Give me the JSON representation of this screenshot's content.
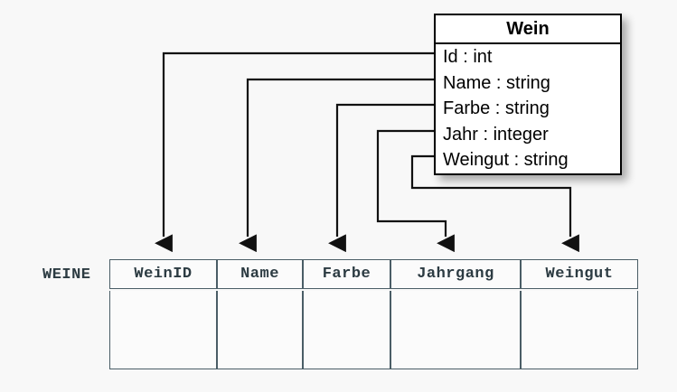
{
  "diagram": {
    "background_color": "#f8f8f8",
    "uml_class": {
      "name": "Wein",
      "attributes": [
        {
          "label": "Id : int",
          "field": "Id",
          "type": "int"
        },
        {
          "label": "Name : string",
          "field": "Name",
          "type": "string"
        },
        {
          "label": "Farbe : string",
          "field": "Farbe",
          "type": "string"
        },
        {
          "label": "Jahr : integer",
          "field": "Jahr",
          "type": "integer"
        },
        {
          "label": "Weingut : string",
          "field": "Weingut",
          "type": "string"
        }
      ],
      "border_color": "#000000",
      "fill_color": "#ffffff"
    },
    "relational_table": {
      "name": "WEINE",
      "columns": [
        "WeinID",
        "Name",
        "Farbe",
        "Jahrgang",
        "Weingut"
      ],
      "rows": [
        [
          "",
          "",
          "",
          "",
          ""
        ]
      ],
      "border_color": "#4a5d66",
      "text_color": "#2c3b42",
      "fill_color": "#fbfbfb"
    },
    "mappings": [
      {
        "from": "Id",
        "to": "WeinID",
        "arrow": "down-arrow-icon"
      },
      {
        "from": "Name",
        "to": "Name",
        "arrow": "down-arrow-icon"
      },
      {
        "from": "Farbe",
        "to": "Farbe",
        "arrow": "down-arrow-icon"
      },
      {
        "from": "Jahr",
        "to": "Jahrgang",
        "arrow": "down-arrow-icon"
      },
      {
        "from": "Weingut",
        "to": "Weingut",
        "arrow": "down-arrow-icon"
      }
    ],
    "connector_color": "#111111"
  }
}
